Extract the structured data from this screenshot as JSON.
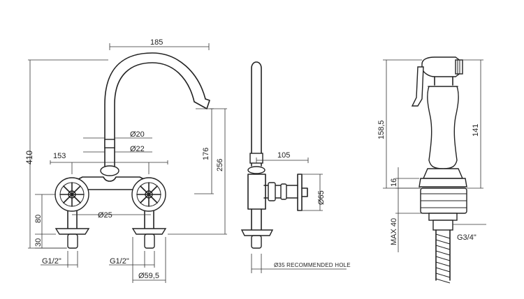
{
  "dimensions": {
    "spout_reach": "185",
    "overall_height": "410",
    "spout_diameter": "Ø20",
    "column_diameter": "Ø22",
    "center_distance": "153",
    "spout_clearance": "176",
    "spout_height": "256",
    "handle_height": "80",
    "base_height": "30",
    "leg_diameter": "Ø25",
    "thread_left": "G1/2\"",
    "thread_right": "G1/2\"",
    "base_diameter": "Ø59,5",
    "side_reach": "105",
    "handle_diameter": "Ø65",
    "recommended_hole": "Ø35 RECOMMENDED HOLE",
    "handshower_total": "158,5",
    "handshower_body": "141",
    "handshower_nut": "16",
    "handshower_max": "MAX 40",
    "hose_thread": "G3/4\""
  }
}
